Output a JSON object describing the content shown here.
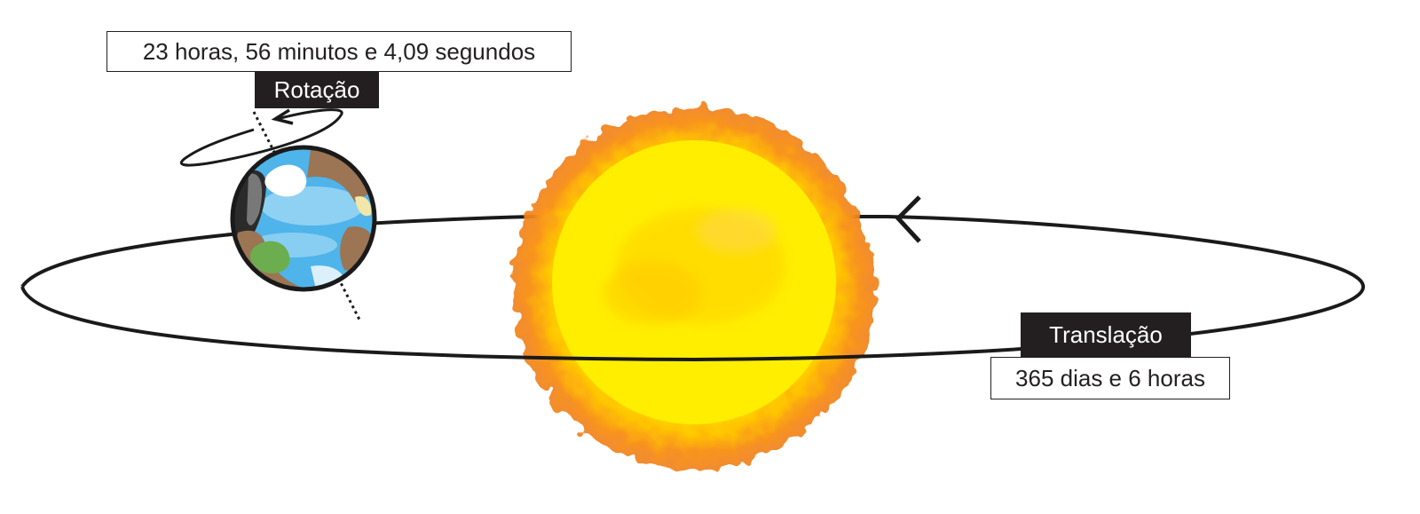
{
  "rotation": {
    "period": "23 horas, 56 minutos e 4,09 segundos",
    "title": "Rotação"
  },
  "translation": {
    "title": "Translação",
    "period": "365 dias e 6 horas"
  },
  "colors": {
    "orbit_line": "#1a1a1a",
    "label_dark_bg": "#231f20",
    "label_text_light": "#ffffff",
    "sun_core": "#ffee00",
    "sun_mid": "#ffd400",
    "sun_corona": "#f07f1a",
    "earth_ocean": "#4fb4ea",
    "earth_ocean_light": "#9fd8f5",
    "earth_land_brown": "#9b7554",
    "earth_land_green": "#6cae4f",
    "earth_cloud": "#ffffff"
  },
  "icons": {
    "sun": "sun-illustration",
    "earth": "earth-illustration",
    "rotation_arrow": "curved-arrow-icon",
    "orbit_arrow": "chevron-left-icon"
  }
}
